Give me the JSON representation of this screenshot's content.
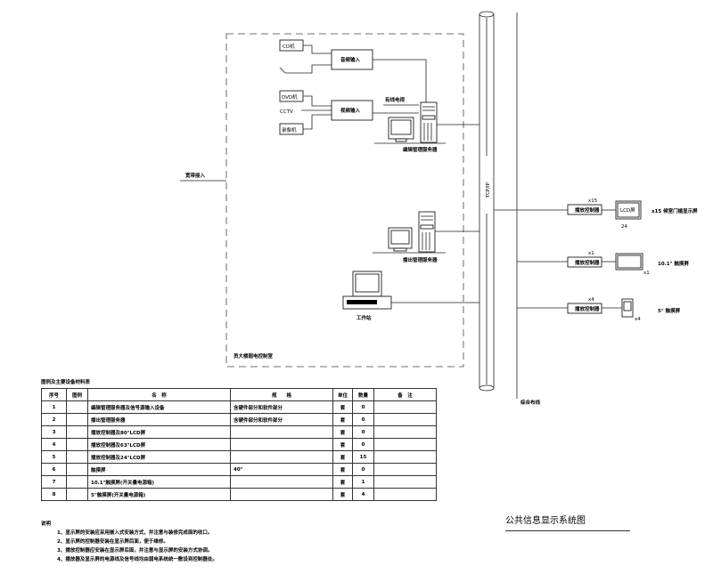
{
  "diagram": {
    "title": "公共信息显示系统图",
    "room_label": "员大楼弱电控制室",
    "external_input": "宽带接入",
    "bus_label": "TCP/IP",
    "trunk_cable_label": "综合布线",
    "signal_label": "有线电视",
    "sources_group1": [
      {
        "label": "CD机"
      }
    ],
    "sources_group2": [
      {
        "label": "DVD机"
      },
      {
        "label": "CCTV"
      },
      {
        "label": "录像机"
      }
    ],
    "audio_input_label": "音频输入",
    "video_input_label": "视频输入",
    "server_label": "编辑管理服务器",
    "server2_label": "播出管理服务器",
    "workstation_label": "工作站",
    "outputs": [
      {
        "controller_label": "播放控制器",
        "controller_qty": "x15",
        "display_label": "LCD屏",
        "display_qty_under": "24",
        "right_label": "x15  候室门楣显示屏"
      },
      {
        "controller_label": "播放控制器",
        "controller_qty": "x1",
        "display_label": "",
        "display_qty_under": "x1",
        "right_label": "10.1\" 触摸屏"
      },
      {
        "controller_label": "播放控制器",
        "controller_qty": "x4",
        "display_label": "",
        "display_qty_under": "x4",
        "right_label": "5\" 触摸屏"
      }
    ]
  },
  "table": {
    "caption": "图例及主要设备材料表",
    "headers": [
      "序号",
      "图例",
      "名　称",
      "规　　格",
      "单位",
      "数量",
      "备　注"
    ],
    "rows": [
      [
        "1",
        "",
        "编辑管理服务器及信号源输入设备",
        "含硬件部分和软件部分",
        "套",
        "0",
        ""
      ],
      [
        "2",
        "",
        "播出管理服务器",
        "含硬件部分和软件部分",
        "套",
        "0",
        ""
      ],
      [
        "3",
        "",
        "播放控制器及80\"LCD屏",
        "",
        "套",
        "0",
        ""
      ],
      [
        "4",
        "",
        "播放控制器及63\"LCD屏",
        "",
        "套",
        "0",
        ""
      ],
      [
        "5",
        "",
        "播放控制器及24\"LCD屏",
        "",
        "套",
        "15",
        ""
      ],
      [
        "6",
        "",
        "触摸屏",
        "40\"",
        "套",
        "0",
        ""
      ],
      [
        "7",
        "",
        "10.1\"触摸屏(开关量电源箱)",
        "",
        "套",
        "1",
        ""
      ],
      [
        "8",
        "",
        "5\"触摸屏(开关量电源箱)",
        "",
        "套",
        "4",
        ""
      ]
    ]
  },
  "notes": {
    "heading": "说明",
    "items": [
      "1、显示屏的安装应采用嵌入式安装方式，并注意与装修完成面的收口。",
      "2、显示屏的控制器安装在显示屏后面，便于维修。",
      "3、播放控制器应安装在显示屏后面，并注意与显示屏的安装方式协调。",
      "4、播放器及显示屏的电源线及信号线均由弱电系统统一敷设到控制器处。"
    ]
  }
}
